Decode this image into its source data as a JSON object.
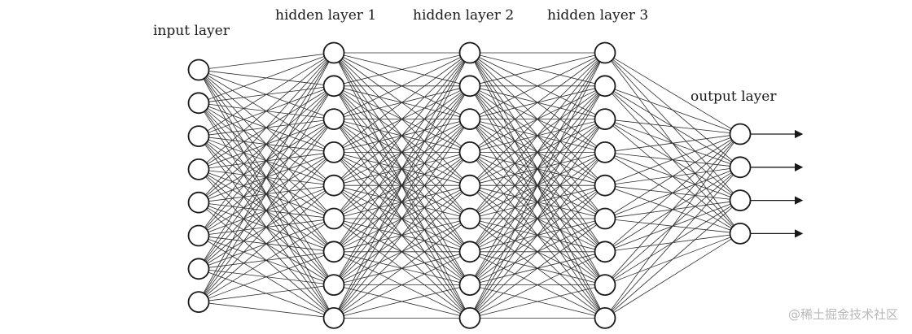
{
  "diagram": {
    "layers": [
      {
        "label": "input layer",
        "nodes": 8
      },
      {
        "label": "hidden layer 1",
        "nodes": 9
      },
      {
        "label": "hidden layer 2",
        "nodes": 9
      },
      {
        "label": "hidden layer 3",
        "nodes": 9
      },
      {
        "label": "output layer",
        "nodes": 4
      }
    ],
    "output_arrows": true,
    "colors": {
      "stroke": "#1a1a1a",
      "background": "#ffffff",
      "watermark": "#b8b8b8"
    }
  },
  "watermark": "@稀土掘金技术社区"
}
